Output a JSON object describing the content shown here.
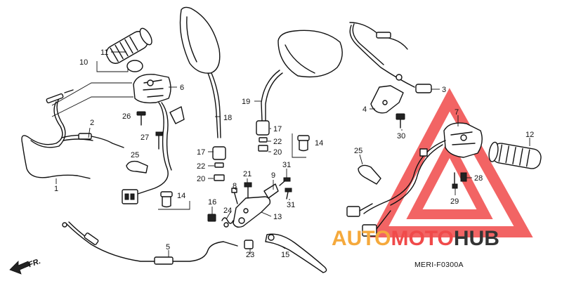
{
  "diagram_code": "MERI-F0300A",
  "front_label": "FR.",
  "watermark": {
    "text_left": "AUTO",
    "text_mid": "MOTO",
    "text_right": "HUB",
    "color_primary": "#f04a4a",
    "color_secondary": "#f5a93c",
    "color_dark": "#333333"
  },
  "callouts": [
    {
      "id": "c11",
      "label": "11"
    },
    {
      "id": "c10",
      "label": "10"
    },
    {
      "id": "c6",
      "label": "6"
    },
    {
      "id": "c26",
      "label": "26"
    },
    {
      "id": "c2",
      "label": "2"
    },
    {
      "id": "c27",
      "label": "27"
    },
    {
      "id": "c25l",
      "label": "25"
    },
    {
      "id": "c1",
      "label": "1"
    },
    {
      "id": "c14l",
      "label": "14"
    },
    {
      "id": "c18",
      "label": "18"
    },
    {
      "id": "c17l",
      "label": "17"
    },
    {
      "id": "c22l",
      "label": "22"
    },
    {
      "id": "c20l",
      "label": "20"
    },
    {
      "id": "c19",
      "label": "19"
    },
    {
      "id": "c17r",
      "label": "17"
    },
    {
      "id": "c22r",
      "label": "22"
    },
    {
      "id": "c20r",
      "label": "20"
    },
    {
      "id": "c14r",
      "label": "14"
    },
    {
      "id": "c21",
      "label": "21"
    },
    {
      "id": "c9",
      "label": "9"
    },
    {
      "id": "c8",
      "label": "8"
    },
    {
      "id": "c31a",
      "label": "31"
    },
    {
      "id": "c31b",
      "label": "31"
    },
    {
      "id": "c16",
      "label": "16"
    },
    {
      "id": "c24",
      "label": "24"
    },
    {
      "id": "c13",
      "label": "13"
    },
    {
      "id": "c5",
      "label": "5"
    },
    {
      "id": "c23",
      "label": "23"
    },
    {
      "id": "c15",
      "label": "15"
    },
    {
      "id": "c3",
      "label": "3"
    },
    {
      "id": "c4",
      "label": "4"
    },
    {
      "id": "c30",
      "label": "30"
    },
    {
      "id": "c7",
      "label": "7"
    },
    {
      "id": "c12",
      "label": "12"
    },
    {
      "id": "c25r",
      "label": "25"
    },
    {
      "id": "c28",
      "label": "28"
    },
    {
      "id": "c29",
      "label": "29"
    }
  ]
}
